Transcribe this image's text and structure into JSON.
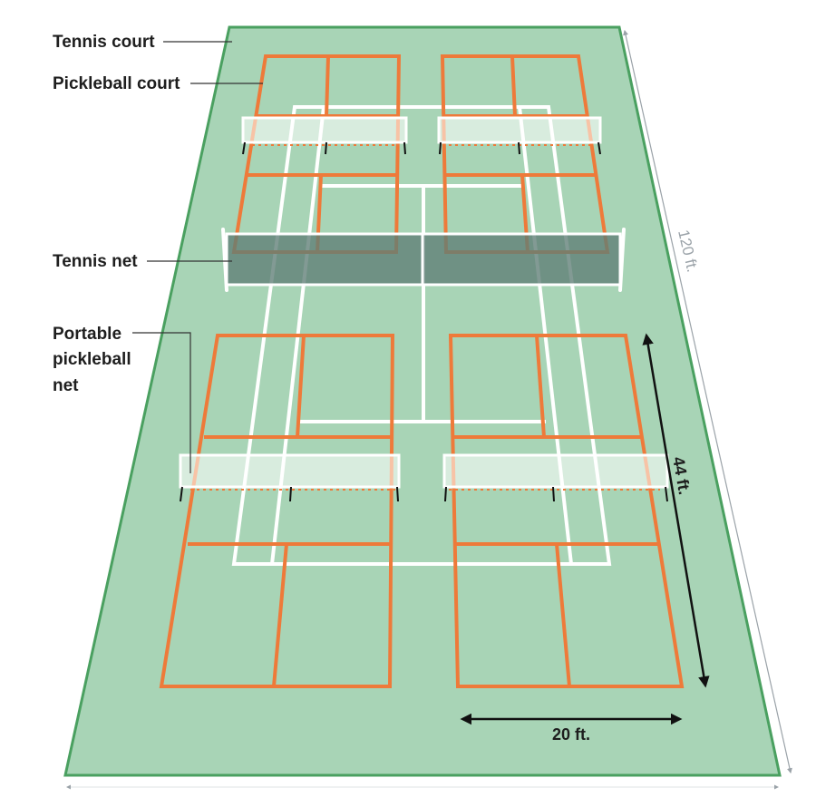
{
  "labels": {
    "tennis_court": "Tennis court",
    "pickleball_court": "Pickleball court",
    "tennis_net": "Tennis net",
    "portable_net_line1": "Portable",
    "portable_net_line2": "pickleball",
    "portable_net_line3": "net"
  },
  "dimensions": {
    "length": "120 ft.",
    "pickleball_length": "44 ft.",
    "pickleball_width": "20 ft."
  },
  "colors": {
    "surface": "#a8d4b6",
    "surface_border": "#4aa060",
    "pickleball_lines": "#ee7a3a",
    "tennis_lines": "#ffffff",
    "tennis_net": "#6f8c86"
  }
}
